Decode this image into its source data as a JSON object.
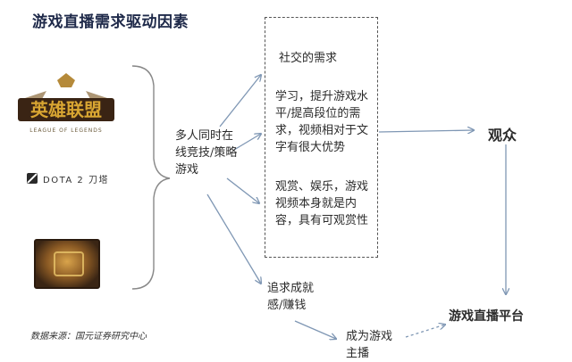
{
  "title": "游戏直播需求驱动因素",
  "games": {
    "lol_name": "英雄联盟",
    "lol_subtitle": "LEAGUE OF LEGENDS",
    "dota": "DOTA 2 刀塔"
  },
  "nodes": {
    "center": "多人同时在线竞技/策略游戏",
    "social": "社交的需求",
    "learn": "学习，提升游戏水平/提高段位的需求，视频相对于文字有很大优势",
    "watch": "观赏、娱乐，游戏视频本身就是内容，具有可观赏性",
    "pursue": "追求成就感/赚钱",
    "become": "成为游戏主播",
    "audience": "观众",
    "platform": "游戏直播平台"
  },
  "source": "数据来源：国元证券研究中心",
  "colors": {
    "arrow": "#7f97b4",
    "title": "#1f2a4a",
    "logo_gold": "#c9962c"
  }
}
